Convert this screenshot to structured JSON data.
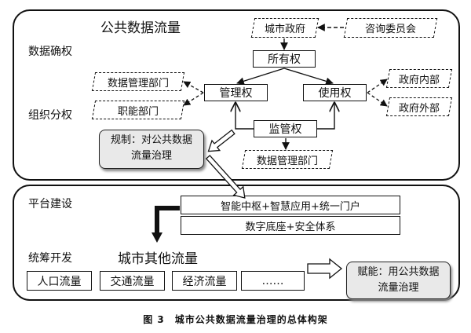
{
  "top_panel": {
    "title": "公共数据流量",
    "row_labels": [
      "数据确权",
      "组织分权"
    ],
    "nodes": {
      "city_government": "城市政府",
      "advisory_committee": "咨询委员会",
      "ownership": "所有权",
      "management_right": "管理权",
      "usage_right": "使用权",
      "supervision_right": "监管权",
      "data_mgmt_dept_left": "数据管理部门",
      "functional_dept": "职能部门",
      "gov_internal": "政府内部",
      "gov_external": "政府外部",
      "data_mgmt_dept_bottom": "数据管理部门"
    },
    "regulation_box": [
      "规制：对公共数据",
      "流量治理"
    ]
  },
  "bottom_panel": {
    "row_labels": [
      "平台建设",
      "统筹开发"
    ],
    "platform_layers": [
      "智能中枢+智慧应用+统一门户",
      "数字底座+安全体系"
    ],
    "other_flows_title": "城市其他流量",
    "flows": [
      "人口流量",
      "交通流量",
      "经济流量",
      "……"
    ],
    "empower_box": [
      "赋能：用公共数据",
      "流量治理"
    ]
  },
  "caption": "图 3　城市公共数据流量治理的总体构架"
}
